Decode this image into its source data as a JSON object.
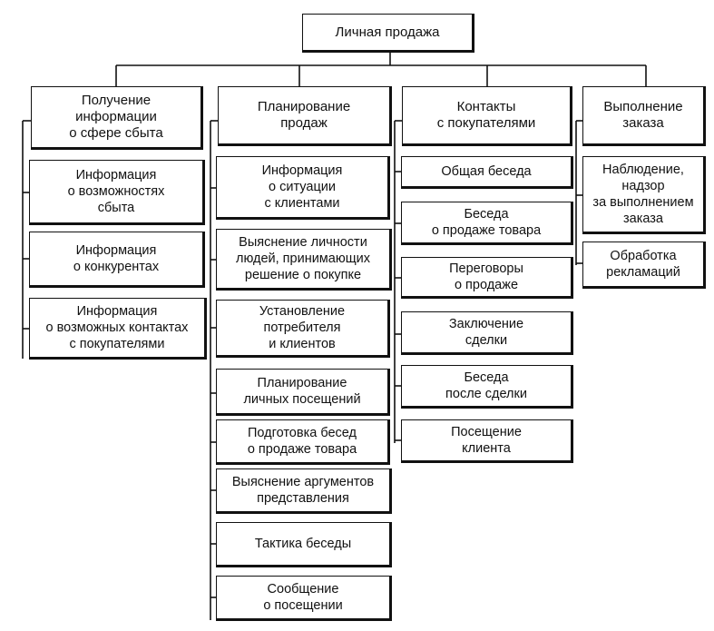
{
  "root": {
    "label": "Личная продажа"
  },
  "columns": [
    {
      "header": "Получение\nинформации\nо сфере сбыта",
      "items": [
        "Информация\nо возможностях\nсбыта",
        "Информация\nо конкурентах",
        "Информация\nо возможных контактах\nс покупателями"
      ]
    },
    {
      "header": "Планирование\nпродаж",
      "items": [
        "Информация\nо ситуации\nс клиентами",
        "Выяснение личности\nлюдей, принимающих\nрешение о покупке",
        "Установление\nпотребителя\nи клиентов",
        "Планирование\nличных посещений",
        "Подготовка бесед\nо продаже товара",
        "Выяснение аргументов\nпредставления",
        "Тактика беседы",
        "Сообщение\nо посещении"
      ]
    },
    {
      "header": "Контакты\nс покупателями",
      "items": [
        "Общая беседа",
        "Беседа\nо продаже товара",
        "Переговоры\nо продаже",
        "Заключение\nсделки",
        "Беседа\nпосле сделки",
        "Посещение\nклиента"
      ]
    },
    {
      "header": "Выполнение\nзаказа",
      "items": [
        "Наблюдение,\nнадзор\nза выполнением\nзаказа",
        "Обработка\nрекламаций"
      ]
    }
  ]
}
